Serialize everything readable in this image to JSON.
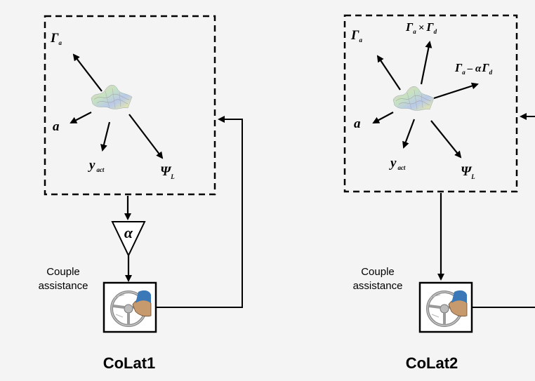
{
  "panels": [
    {
      "title": "CoLat1",
      "assist_label_line1": "Couple",
      "assist_label_line2": "assistance",
      "gain_symbol": "α",
      "vars": {
        "gamma_a": {
          "main": "Γ",
          "sub": "a"
        },
        "a": {
          "main": "a"
        },
        "y_act": {
          "main": "y",
          "sub": "act"
        },
        "psi_l": {
          "main": "Ψ",
          "sub": "L"
        }
      }
    },
    {
      "title": "CoLat2",
      "assist_label_line1": "Couple",
      "assist_label_line2": "assistance",
      "vars": {
        "gamma_a": {
          "main": "Γ",
          "sub": "a"
        },
        "gamma_prod": {
          "main1": "Γ",
          "sub1": "a",
          "op": "×",
          "main2": "Γ",
          "sub2": "d"
        },
        "gamma_diff": {
          "main1": "Γ",
          "sub1": "a",
          "op": "– α",
          "main2": "Γ",
          "sub2": "d"
        },
        "a": {
          "main": "a"
        },
        "y_act": {
          "main": "y",
          "sub": "act"
        },
        "psi_l": {
          "main": "Ψ",
          "sub": "L"
        }
      }
    }
  ],
  "colors": {
    "stroke": "#000000",
    "background": "#f4f4f4",
    "surface_colors": [
      "#f2c1c9",
      "#c7e3c0",
      "#b9c9ea",
      "#f1ee9c"
    ]
  },
  "icons": [
    "surface-plot-icon",
    "steering-wheel-icon"
  ]
}
